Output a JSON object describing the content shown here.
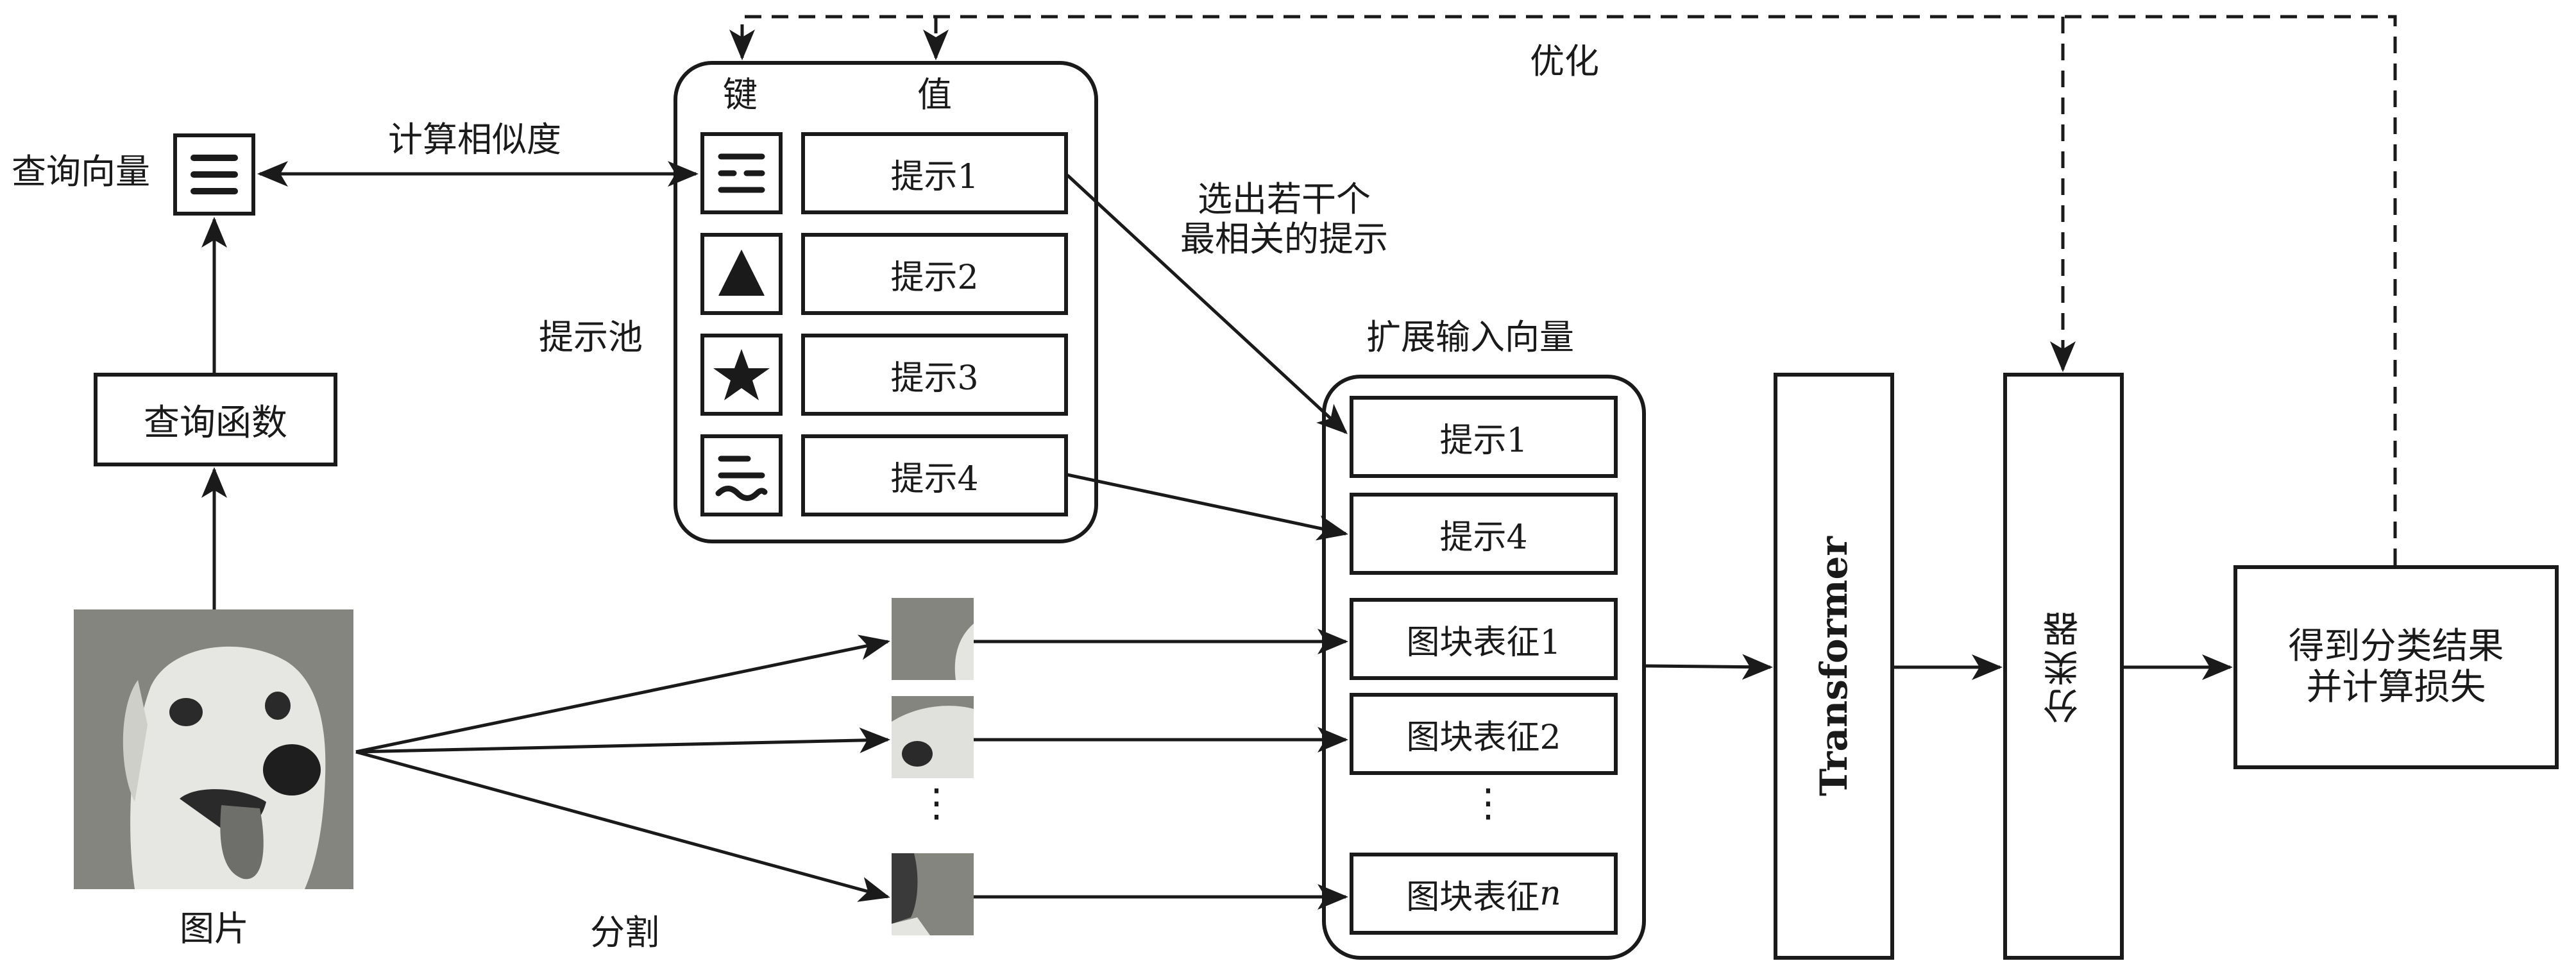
{
  "query": {
    "vector_label": "查询向量",
    "vector_icon": "list-lines-icon",
    "function_label": "查询函数",
    "similarity_label": "计算相似度"
  },
  "image": {
    "label": "图片",
    "split_label": "分割",
    "content": "dog-photo"
  },
  "prompt_pool": {
    "label": "提示池",
    "key_header": "键",
    "value_header": "值",
    "rows": [
      {
        "key_icon": "dashed-lines-icon",
        "value": "提示1"
      },
      {
        "key_icon": "triangle-icon",
        "value": "提示2"
      },
      {
        "key_icon": "star-icon",
        "value": "提示3"
      },
      {
        "key_icon": "wavy-lines-icon",
        "value": "提示4"
      }
    ],
    "select_label_line1": "选出若干个",
    "select_label_line2": "最相关的提示"
  },
  "extended_input": {
    "label": "扩展输入向量",
    "items": [
      "提示1",
      "提示4",
      "图块表征1",
      "图块表征2"
    ],
    "last_item_prefix": "图块表征",
    "last_item_var": "n",
    "ellipsis": "⋮"
  },
  "patches": {
    "ellipsis": "⋮"
  },
  "transformer": {
    "label": "Transformer"
  },
  "classifier": {
    "label": "分类器"
  },
  "result": {
    "line1": "得到分类结果",
    "line2": "并计算损失"
  },
  "optimize": {
    "label": "优化"
  }
}
